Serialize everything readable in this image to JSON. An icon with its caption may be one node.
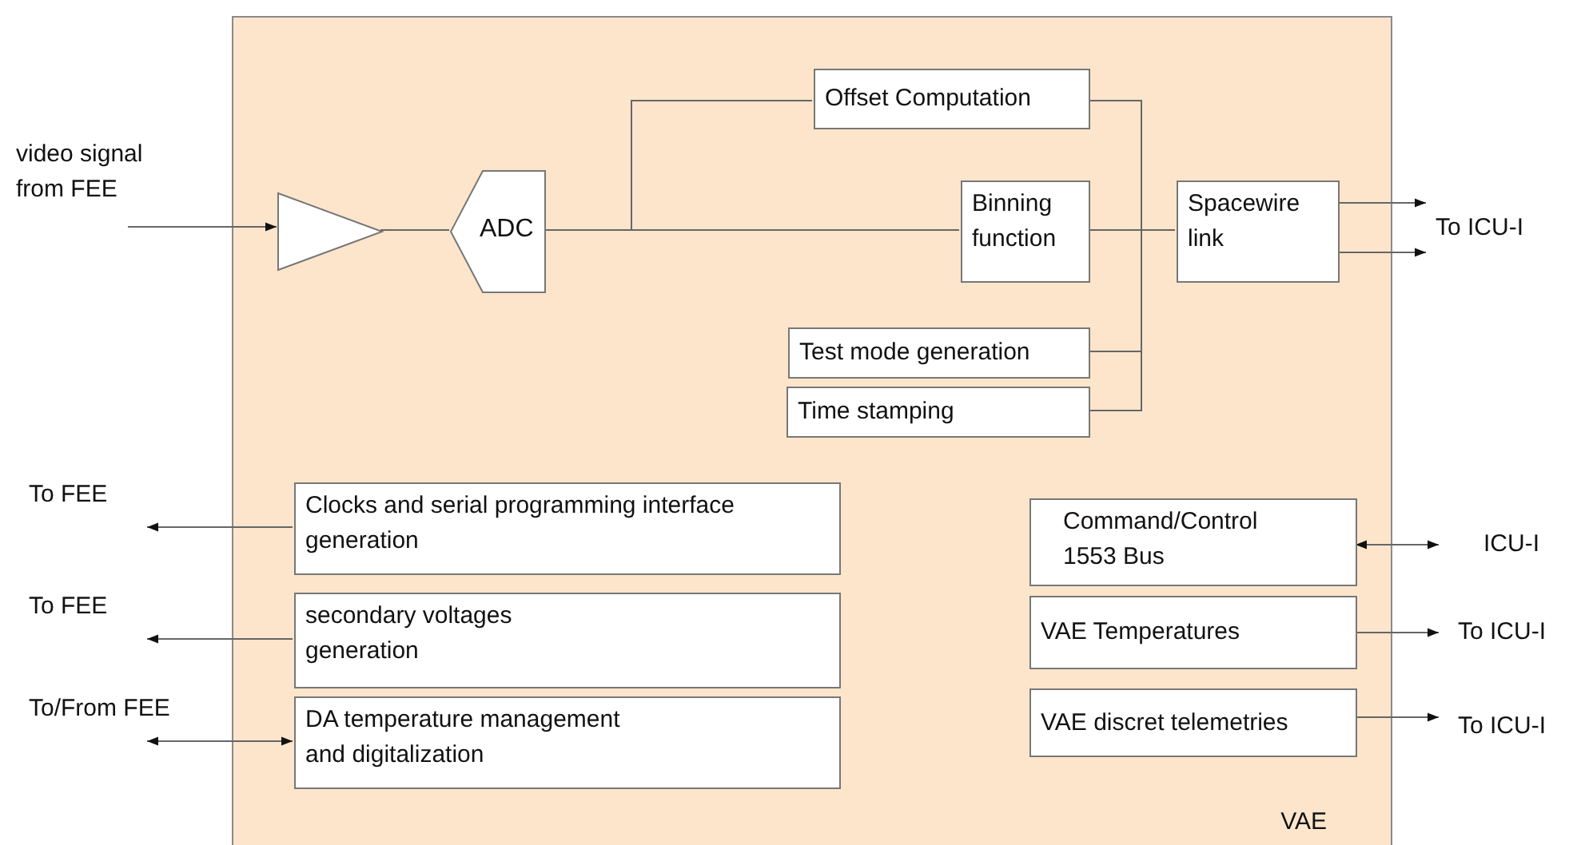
{
  "diagram": {
    "nodes": [
      {
        "text": [
          "VAE"
        ]
      },
      {
        "text": [],
        "shape": "triangle",
        "in": 0
      },
      {
        "text": [
          "ADC"
        ],
        "in": 0
      },
      {
        "text": [
          "Offset Computation"
        ],
        "in": 0
      },
      {
        "text": [
          "Binning function"
        ],
        "in": 0
      },
      {
        "text": [
          "Test mode generation"
        ],
        "in": 0
      },
      {
        "text": [
          "Time stamping"
        ],
        "in": 0
      },
      {
        "text": [
          "Spacewire link"
        ],
        "in": 0
      },
      {
        "text": [
          "Clocks and serial programming interface generation"
        ],
        "in": 0
      },
      {
        "text": [
          "secondary voltages generation"
        ],
        "in": 0
      },
      {
        "text": [
          "DA temperature management and digitalization"
        ],
        "in": 0
      },
      {
        "text": [
          "Command/Control 1553 Bus"
        ],
        "in": 0
      },
      {
        "text": [
          "VAE Temperatures"
        ],
        "in": 0
      },
      {
        "text": [
          "VAE discret telemetries"
        ],
        "in": 0
      },
      {
        "text": [
          "video signal from FEE"
        ]
      },
      {
        "text": [
          "To ICU-I"
        ]
      },
      {
        "text": [
          "To FEE"
        ]
      },
      {
        "text": [
          "To FEE"
        ]
      },
      {
        "text": [
          "To/From FEE"
        ]
      },
      {
        "text": [
          "ICU-I"
        ]
      },
      {
        "text": [
          "To ICU-I"
        ]
      },
      {
        "text": [
          "To ICU-I"
        ]
      }
    ],
    "edges": [
      {
        "from": 14,
        "to": 1,
        "arrow": "to"
      },
      {
        "from": 1,
        "to": 2,
        "arrow": "none"
      },
      {
        "from": 2,
        "to": 3,
        "arrow": "none"
      },
      {
        "from": 2,
        "to": 4,
        "arrow": "none"
      },
      {
        "from": 3,
        "to": 7,
        "arrow": "none"
      },
      {
        "from": 4,
        "to": 7,
        "arrow": "none"
      },
      {
        "from": 5,
        "to": 7,
        "arrow": "none"
      },
      {
        "from": 6,
        "to": 7,
        "arrow": "none"
      },
      {
        "from": 7,
        "to": 15,
        "arrow": "to"
      },
      {
        "from": 7,
        "to": 15,
        "arrow": "to"
      },
      {
        "from": 8,
        "to": 16,
        "arrow": "to"
      },
      {
        "from": 9,
        "to": 17,
        "arrow": "to"
      },
      {
        "from": 10,
        "to": 18,
        "arrow": "both"
      },
      {
        "from": 11,
        "to": 19,
        "arrow": "both"
      },
      {
        "from": 12,
        "to": 20,
        "arrow": "to"
      },
      {
        "from": 13,
        "to": 21,
        "arrow": "to"
      }
    ]
  }
}
